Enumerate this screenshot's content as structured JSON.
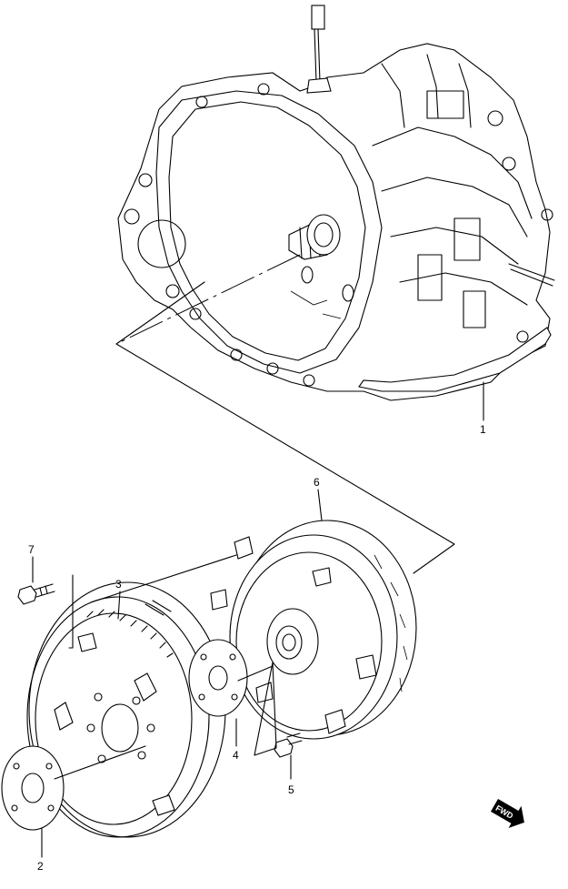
{
  "diagram": {
    "callouts": [
      {
        "id": "1",
        "text": "1"
      },
      {
        "id": "2",
        "text": "2"
      },
      {
        "id": "3",
        "text": "3"
      },
      {
        "id": "4",
        "text": "4"
      },
      {
        "id": "5",
        "text": "5"
      },
      {
        "id": "6",
        "text": "6"
      },
      {
        "id": "7",
        "text": "7"
      }
    ],
    "direction_badge": "FWD"
  }
}
